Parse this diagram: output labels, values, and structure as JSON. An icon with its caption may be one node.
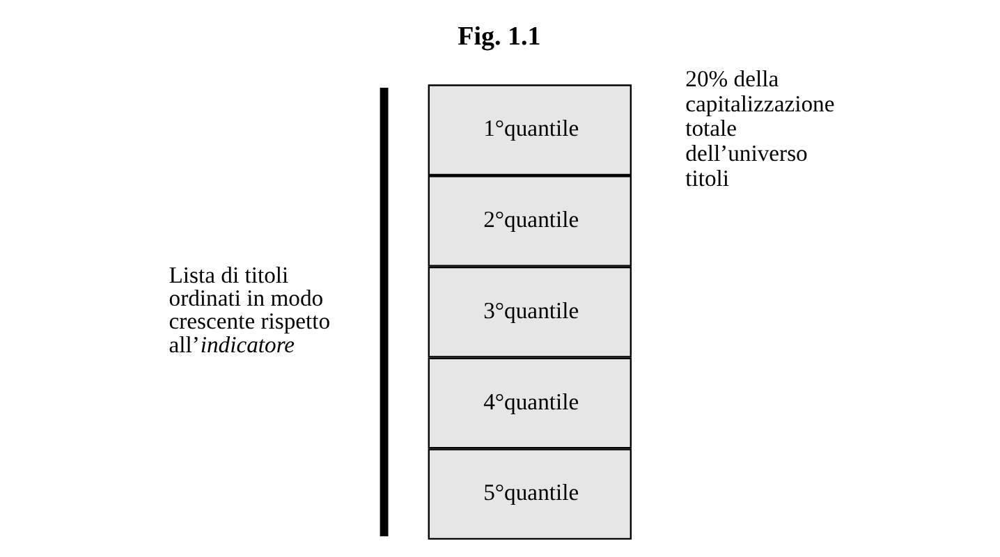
{
  "diagram": {
    "title": "Fig. 1.1",
    "nodes": [
      {
        "text": [
          "1°quantile"
        ],
        "beside": [
          "20% della capitalizzazione totale dell’universo titoli"
        ]
      },
      {
        "text": [
          "2°quantile"
        ]
      },
      {
        "text": [
          "3°quantile"
        ]
      },
      {
        "text": [
          "4°quantile"
        ]
      },
      {
        "text": [
          "5°quantile"
        ]
      }
    ],
    "edges": [],
    "labels": [
      "Lista di titoli ordinati in modo crescente rispetto all’*indicatore*"
    ]
  }
}
